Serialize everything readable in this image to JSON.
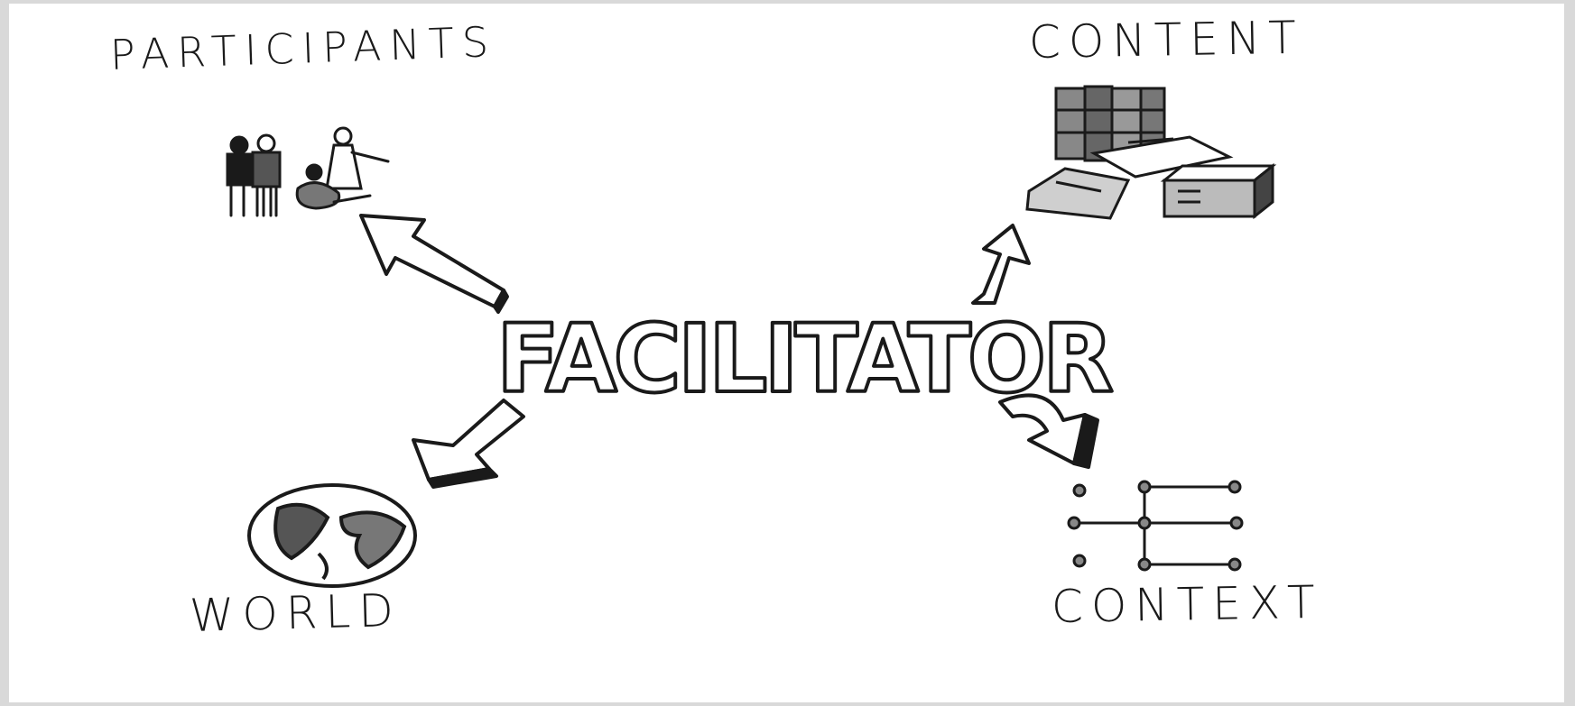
{
  "diagram": {
    "center": "FACILITATOR",
    "nodes": [
      {
        "id": "participants",
        "label": "PARTICIPANTS"
      },
      {
        "id": "content",
        "label": "CONTENT"
      },
      {
        "id": "world",
        "label": "WORLD"
      },
      {
        "id": "context",
        "label": "CONTEXT"
      }
    ],
    "edges": [
      {
        "from": "FACILITATOR",
        "to": "PARTICIPANTS"
      },
      {
        "from": "FACILITATOR",
        "to": "CONTENT"
      },
      {
        "from": "FACILITATOR",
        "to": "WORLD"
      },
      {
        "from": "FACILITATOR",
        "to": "CONTEXT"
      }
    ],
    "style": {
      "ink": "#1a1a1a",
      "paper": "#ffffff",
      "frame": "#d9d9d9"
    }
  }
}
